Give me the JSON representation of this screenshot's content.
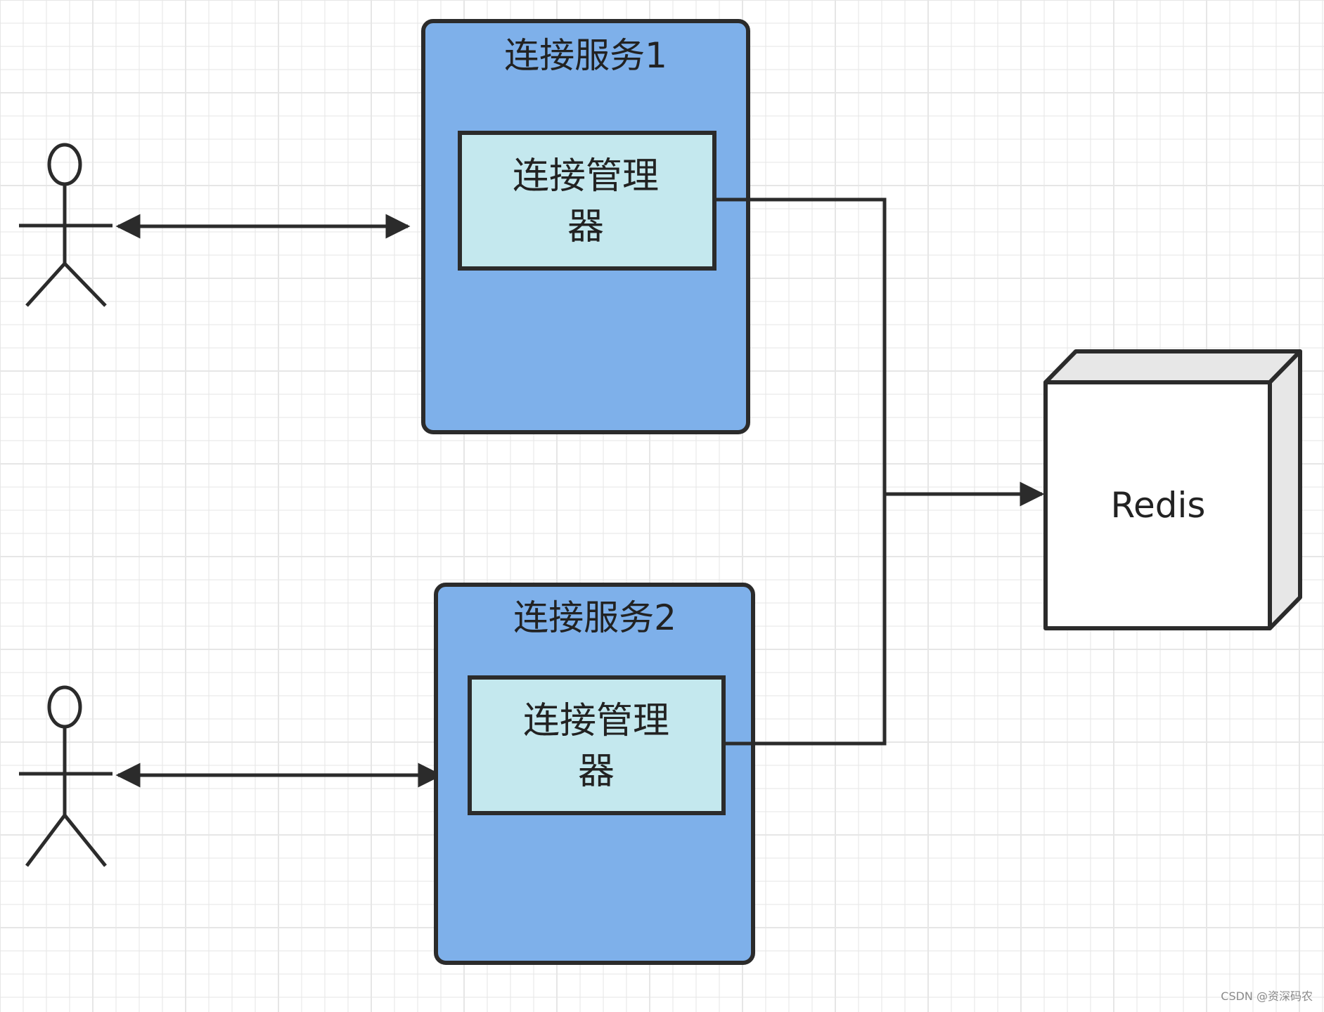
{
  "diagram": {
    "service_1": {
      "title": "连接服务1",
      "manager_label_line1": "连接管理",
      "manager_label_line2": "器"
    },
    "service_2": {
      "title": "连接服务2",
      "manager_label_line1": "连接管理",
      "manager_label_line2": "器"
    },
    "redis": {
      "label": "Redis"
    }
  },
  "watermark": "CSDN @资深码农",
  "colors": {
    "grid_line": "#e6e6e6",
    "service_fill": "#7eb0ea",
    "manager_fill": "#c4e8ee",
    "stroke": "#2b2b2b",
    "redis_front": "#ffffff",
    "redis_side": "#e7e7e7"
  }
}
